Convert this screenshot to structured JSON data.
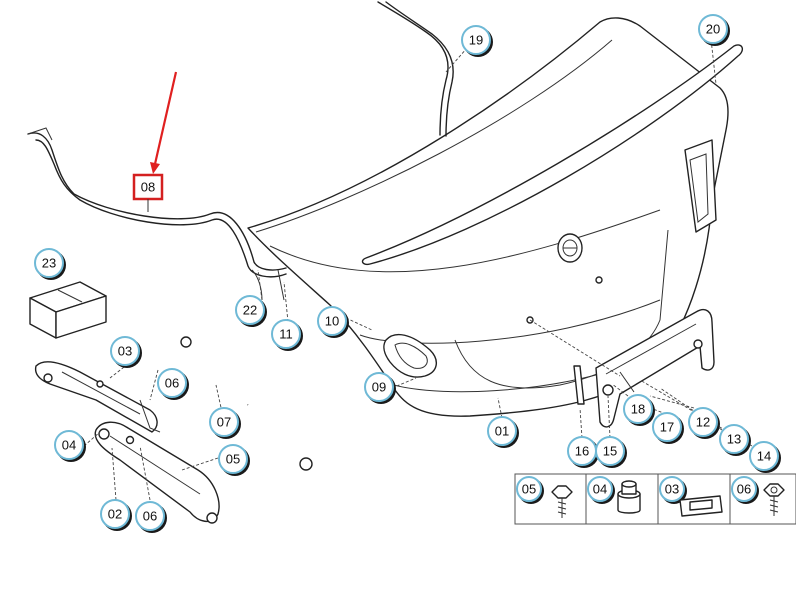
{
  "highlighted_part": "08",
  "callouts": {
    "c19": "19",
    "c20": "20",
    "c23": "23",
    "c22": "22",
    "c11": "11",
    "c10": "10",
    "c03": "03",
    "c06a": "06",
    "c07": "07",
    "c09": "09",
    "c01": "01",
    "c04": "04",
    "c05": "05",
    "c02": "02",
    "c06b": "06",
    "c18": "18",
    "c12": "12",
    "c17": "17",
    "c13": "13",
    "c14": "14",
    "c16": "16",
    "c15": "15"
  },
  "parts_table": [
    "05",
    "04",
    "03",
    "06"
  ],
  "colors": {
    "ring": "#6fb9d6",
    "highlight": "#d42020",
    "arrow": "#e02020"
  }
}
